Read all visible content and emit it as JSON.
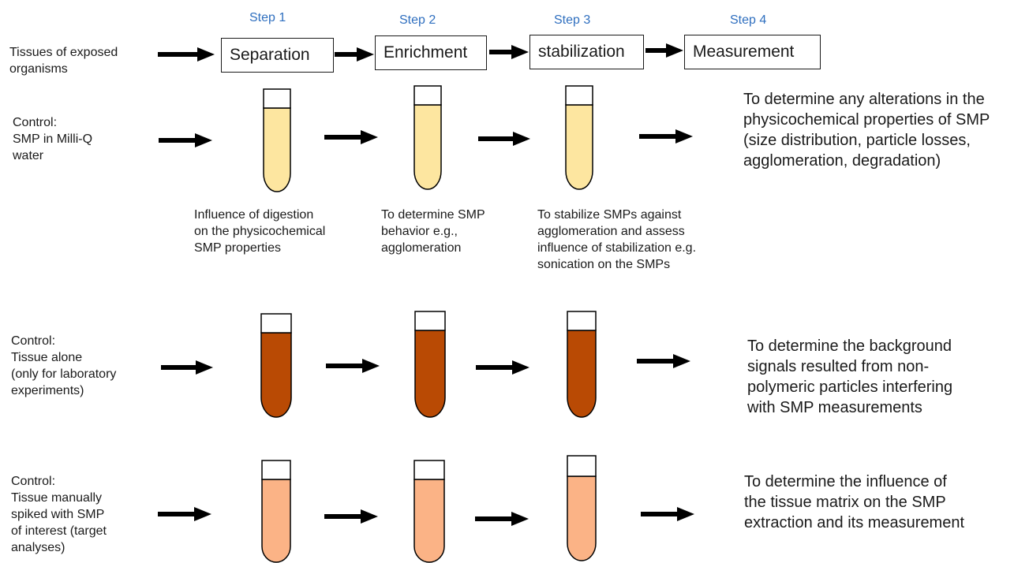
{
  "steps": [
    {
      "label": "Step 1",
      "box": "Separation"
    },
    {
      "label": "Step 2",
      "box": "Enrichment"
    },
    {
      "label": "Step 3",
      "box": "stabilization"
    },
    {
      "label": "Step 4",
      "box": "Measurement"
    }
  ],
  "tissue_label": "Tissues of exposed\norganisms",
  "rows": [
    {
      "label": "Control:\nSMP in Milli-Q\nwater",
      "tube_color": "#fde6a0",
      "outcome": "To determine any alterations in the\nphysicochemical properties of SMP\n(size distribution, particle losses,\nagglomeration, degradation)"
    },
    {
      "label": "Control:\nTissue alone\n(only for laboratory\nexperiments)",
      "tube_color": "#b94a04",
      "outcome": "To determine the background\nsignals resulted from non-\npolymeric particles interfering\nwith SMP measurements"
    },
    {
      "label": "Control:\nTissue manually\nspiked with SMP\nof interest (target\nanalyses)",
      "tube_color": "#fbb386",
      "outcome": "To determine the influence of\nthe tissue matrix on the SMP\nextraction and its measurement"
    }
  ],
  "descriptions": [
    "Influence of digestion\non the physicochemical\nSMP properties",
    "To determine SMP\nbehavior e.g.,\nagglomeration",
    "To stabilize SMPs against\nagglomeration and assess\ninfluence of stabilization e.g.\nsonication on the SMPs"
  ]
}
